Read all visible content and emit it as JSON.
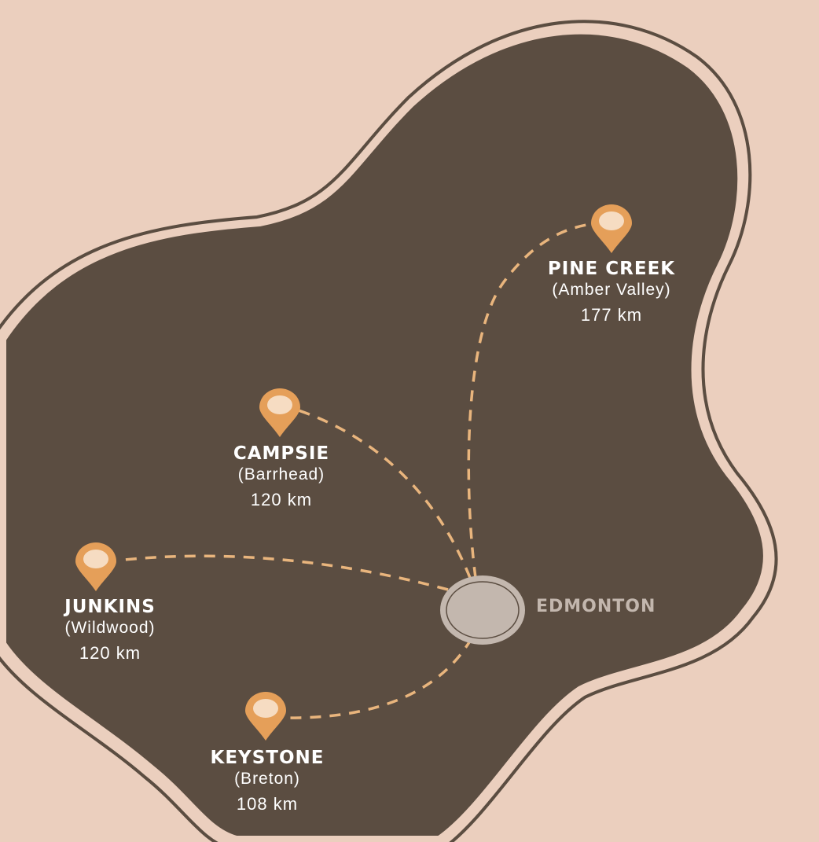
{
  "map": {
    "colors": {
      "background": "#ebcfbe",
      "land": "#5b4d41",
      "outline": "#ebcfbe",
      "pin": "#e59f59",
      "pin_dot": "#f6dcc2",
      "route": "#e9b57d",
      "hub": "#c3b7ae"
    },
    "hub": {
      "name": "EDMONTON"
    },
    "destinations": [
      {
        "name": "PINE CREEK",
        "alt": "(Amber Valley)",
        "distance": "177 km"
      },
      {
        "name": "CAMPSIE",
        "alt": "(Barrhead)",
        "distance": "120 km"
      },
      {
        "name": "JUNKINS",
        "alt": "(Wildwood)",
        "distance": "120 km"
      },
      {
        "name": "KEYSTONE",
        "alt": "(Breton)",
        "distance": "108 km"
      }
    ]
  }
}
